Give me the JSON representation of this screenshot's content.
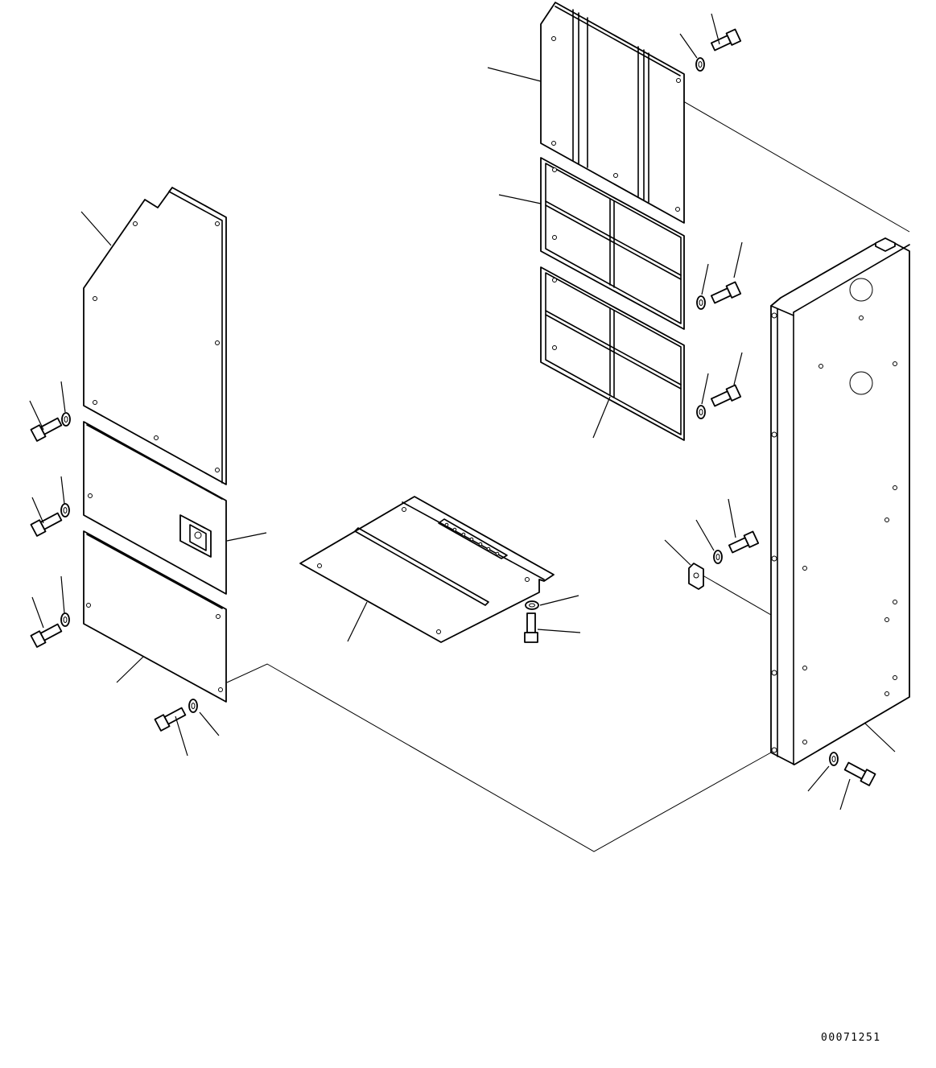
{
  "drawing": {
    "drawing_number": "00071251",
    "colors": {
      "line": "#000000",
      "background": "#ffffff"
    },
    "parts": [
      "left-upper-cover-panel",
      "left-middle-cover-panel",
      "left-lower-cover-panel",
      "upper-cover-plate",
      "middle-grid-cover",
      "lower-grid-cover",
      "bottom-floor-plate",
      "right-side-frame",
      "bracket",
      "bolts",
      "washers"
    ]
  }
}
